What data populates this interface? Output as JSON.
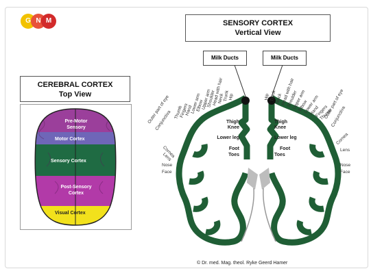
{
  "logo": {
    "letters": [
      "G",
      "N",
      "M"
    ],
    "colors": [
      "#f2c200",
      "#e8523a",
      "#d22b2b"
    ]
  },
  "cerebral_top_view": {
    "title_line1": "CEREBRAL CORTEX",
    "title_line2": "Top View",
    "regions": [
      {
        "label": "Pre-Motor Sensory",
        "color": "#9b3f9b"
      },
      {
        "label": "Motor Cortex",
        "color": "#6f66b8"
      },
      {
        "label": "Sensory Cortex",
        "color": "#1f6b43"
      },
      {
        "label": "Post-Sensory Cortex",
        "color": "#b23aa8"
      },
      {
        "label": "Visual Cortex",
        "color": "#f2e11c"
      }
    ]
  },
  "sensory_vertical_view": {
    "title_line1": "SENSORY CORTEX",
    "title_line2": "Vertical View",
    "milk_left": "Milk Ducts",
    "milk_right": "Milk Ducts",
    "cortex_color": "#1f5e35",
    "outer_labels_left": [
      "Outer part of eye",
      "Conjunctiva",
      "Cornea",
      "Lens",
      "Nose",
      "Face"
    ],
    "outer_labels_right": [
      "Outer part of eye",
      "Conjunctiva",
      "Cornea",
      "Lens",
      "Nose",
      "Face"
    ],
    "upper_labels_left": [
      "Thumb",
      "Fingers",
      "Hand",
      "Lower arm",
      "Elbow",
      "Upper arm",
      "Shoulder",
      "Head with hair",
      "Neck",
      "Trunk",
      "Hip"
    ],
    "upper_labels_right": [
      "Hip",
      "Trunk",
      "Neck",
      "Head with hair",
      "Shoulder",
      "Upper arm",
      "Elbow",
      "Lower arm",
      "Hand",
      "Fingers",
      "Thumb"
    ],
    "inner_labels_left": [
      "Thigh",
      "Knee",
      "Lower leg",
      "Foot",
      "Toes"
    ],
    "inner_labels_right": [
      "Thigh",
      "Knee",
      "Lower leg",
      "Foot",
      "Toes"
    ]
  },
  "copyright": "© Dr. med. Mag. theol. Ryke Geerd Hamer"
}
